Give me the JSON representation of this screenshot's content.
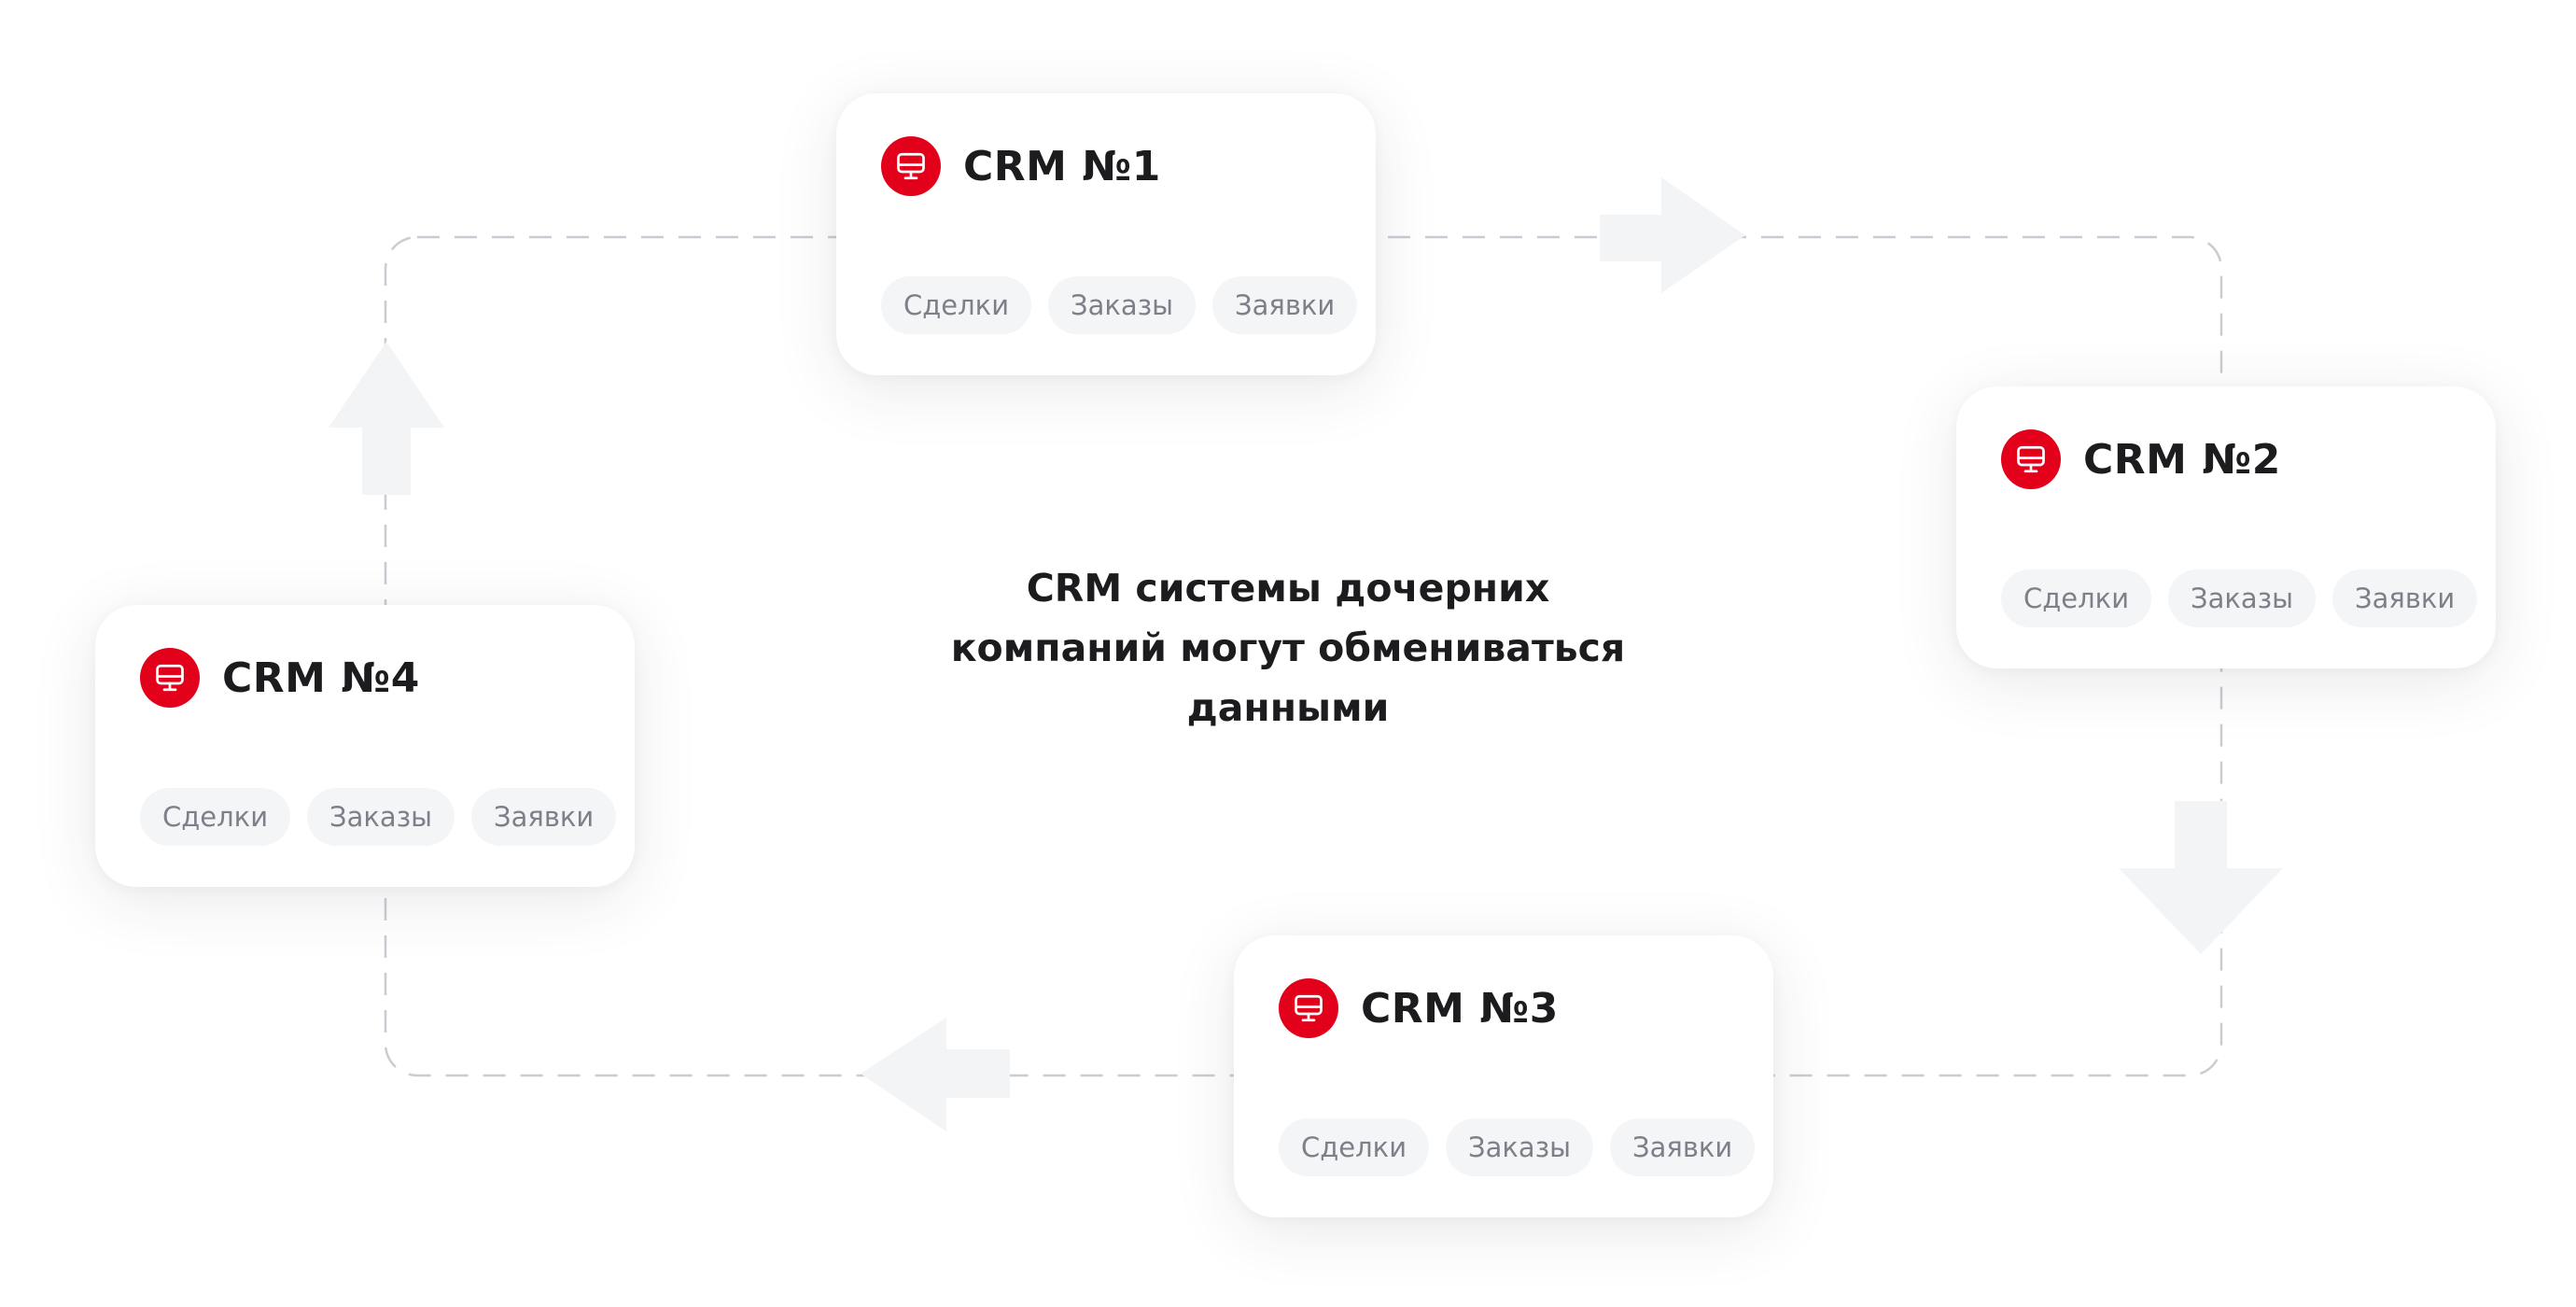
{
  "center_caption": {
    "line1": "CRM системы дочерних",
    "line2": "компаний могут обмениваться",
    "line3": "данными"
  },
  "icons": {
    "crm": "monitor-icon",
    "direction": "arrow-icon"
  },
  "colors": {
    "accent": "#e3001b",
    "arrow": "#f3f4f6",
    "path": "#c9ccd1",
    "tag_bg": "#f4f5f7",
    "tag_text": "#7d8088",
    "title": "#1c1c1f"
  },
  "cards": [
    {
      "title": "CRM №1",
      "tags": [
        "Сделки",
        "Заказы",
        "Заявки"
      ]
    },
    {
      "title": "CRM №2",
      "tags": [
        "Сделки",
        "Заказы",
        "Заявки"
      ]
    },
    {
      "title": "CRM №3",
      "tags": [
        "Сделки",
        "Заказы",
        "Заявки"
      ]
    },
    {
      "title": "CRM №4",
      "tags": [
        "Сделки",
        "Заказы",
        "Заявки"
      ]
    }
  ]
}
